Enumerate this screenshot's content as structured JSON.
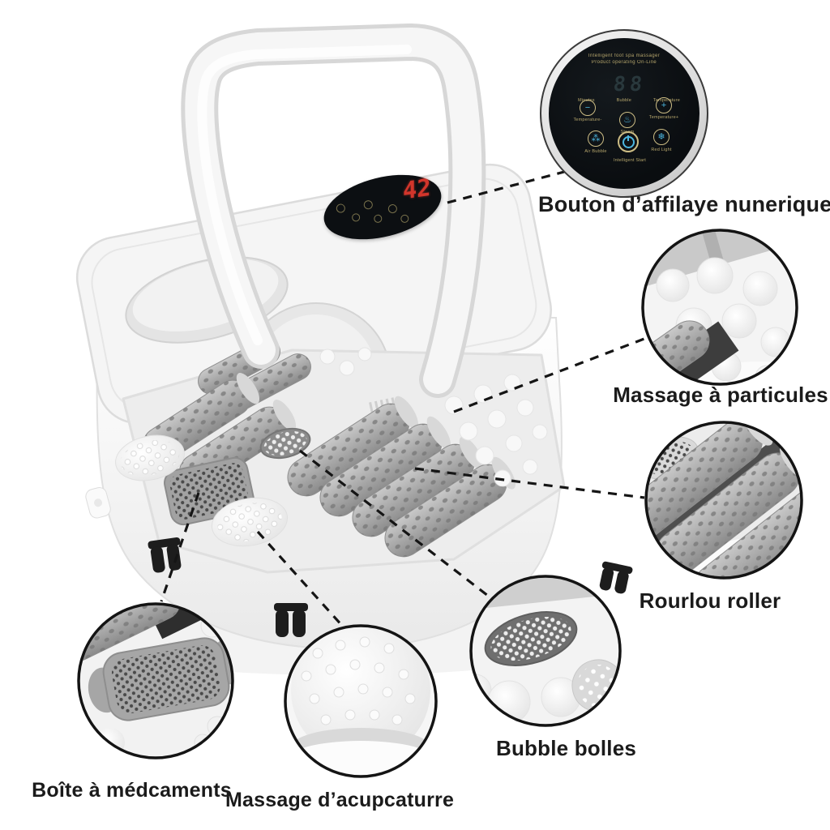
{
  "image_type": "annotated product infographic (foot spa massager)",
  "callout_labels": {
    "panel": "Bouton d’affilaye nunerique LED",
    "particles": "Massage à particules",
    "roller": "Rourlou roller",
    "bubble": "Bubble bolles",
    "acupuncture": "Massage d’acupcaturre",
    "medicine": "Boîte à médcaments"
  },
  "control_panel": {
    "fine_print_line1": "Intelligent foot spa massager",
    "fine_print_line2": "Product operating On-Line",
    "display_value": "88",
    "mode_labels": [
      "Minutes",
      "Bubble",
      "Temperature"
    ],
    "buttons": [
      {
        "label": "Temperature-",
        "glyph": "−"
      },
      {
        "label": "Temperature+",
        "glyph": "+"
      },
      {
        "label": "Steam",
        "glyph": "♨"
      },
      {
        "label": "Air Bubble",
        "glyph": "⁂"
      },
      {
        "label": "Intelligent Start",
        "glyph": ""
      },
      {
        "label": "Red Light",
        "glyph": "❄"
      }
    ]
  },
  "product": {
    "led_display_value": "42"
  },
  "colors": {
    "background": "#ffffff",
    "label_text": "#1b1b1b",
    "callout_border": "#141414",
    "panel_face": "#0c1013",
    "panel_accent_yellow": "#b7a76d",
    "panel_icon_blue": "#4db7e0",
    "led_red": "#d2352b",
    "roller_gray": "#a0a0a0"
  }
}
